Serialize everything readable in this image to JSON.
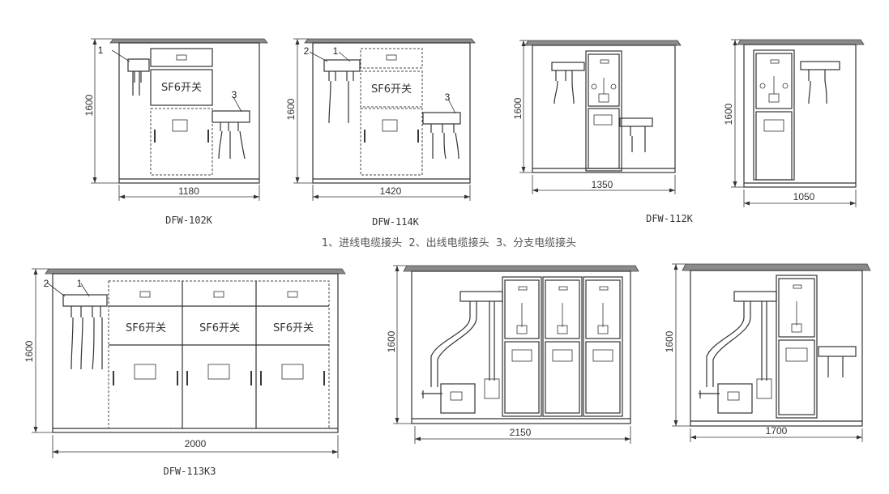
{
  "legend": {
    "text": "1、进线电缆接头  2、出线电缆接头  3、分支电缆接头"
  },
  "units": [
    {
      "model": "DFW-102K",
      "width": "1180",
      "height": "1600",
      "switch_labels": [
        "SF6开关"
      ],
      "callouts": [
        "1",
        "3"
      ]
    },
    {
      "model": "DFW-114K",
      "width": "1420",
      "height": "1600",
      "switch_labels": [
        "SF6开关"
      ],
      "callouts": [
        "2",
        "1",
        "3"
      ]
    },
    {
      "model": "DFW-112K",
      "width": "1350",
      "height": "1600"
    },
    {
      "width": "1050",
      "height": "1600"
    },
    {
      "model": "DFW-113K3",
      "width": "2000",
      "height": "1600",
      "switch_labels": [
        "SF6开关",
        "SF6开关",
        "SF6开关"
      ],
      "callouts": [
        "2",
        "1"
      ]
    },
    {
      "width": "2150",
      "height": "1600"
    },
    {
      "width": "1700",
      "height": "1600"
    }
  ]
}
